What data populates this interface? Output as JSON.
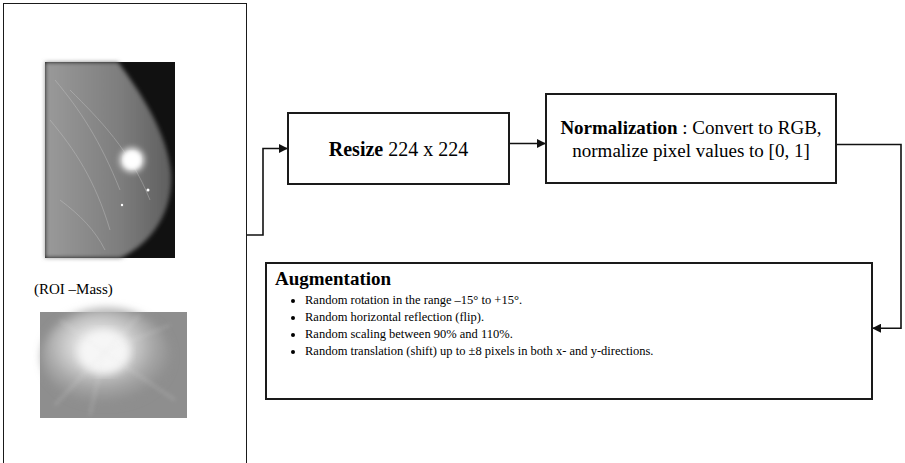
{
  "diagram": {
    "nodes": [
      {
        "text": [
          "(ROI –Mass)"
        ]
      },
      {
        "text": [
          "Resize",
          "224 x 224"
        ]
      },
      {
        "text": [
          "Normalization",
          ": Convert to RGB, normalize pixel values to [0, 1]"
        ]
      },
      {
        "text": [
          "Augmentation",
          "Random rotation in the range –15° to +15°.",
          "Random horizontal reflection (flip).",
          "Random scaling between 90% and 110%.",
          "Random translation (shift) up to ±8 pixels in both x- and y-directions."
        ]
      }
    ],
    "edges": [
      {
        "from": 0,
        "to": 1,
        "arrow": "to"
      },
      {
        "from": 1,
        "to": 2,
        "arrow": "to"
      },
      {
        "from": 2,
        "to": 3,
        "arrow": "to"
      }
    ]
  }
}
